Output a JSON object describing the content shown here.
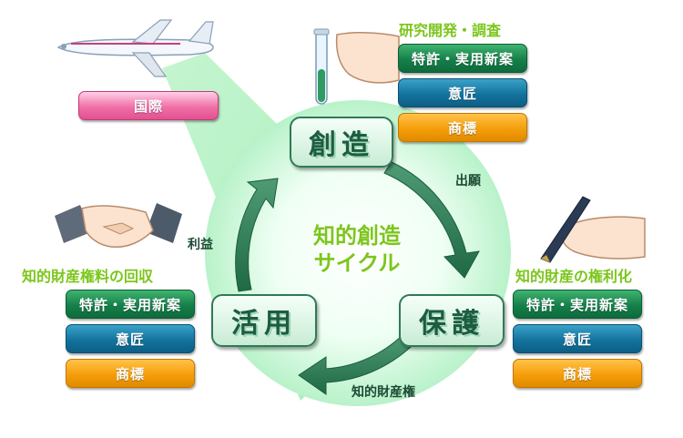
{
  "center": {
    "line1": "知的創造",
    "line2": "サイクル"
  },
  "nodes": {
    "create": "創造",
    "protect": "保護",
    "utilize": "活用"
  },
  "arrows": {
    "application": "出願",
    "ip_right": "知的財産権",
    "profit": "利益"
  },
  "international": {
    "label": "国際"
  },
  "research": {
    "heading": "研究開発・調査",
    "items": [
      "特許・実用新案",
      "意匠",
      "商標"
    ]
  },
  "rights": {
    "heading": "知的財産の権利化",
    "items": [
      "特許・実用新案",
      "意匠",
      "商標"
    ]
  },
  "royalty": {
    "heading": "知的財産権料の回収",
    "items": [
      "特許・実用新案",
      "意匠",
      "商標"
    ]
  },
  "colors": {
    "accent_green": "#7cc61c",
    "node_dark_green": "#1d5c40",
    "arrow_green": "#2e7d57",
    "pill_green": "#15804a",
    "pill_blue": "#13739d",
    "pill_orange": "#f59e0b",
    "pill_pink": "#f070a8"
  },
  "icons": [
    "airplane-icon",
    "test-tube-icon",
    "pen-hand-icon",
    "handshake-icon"
  ]
}
